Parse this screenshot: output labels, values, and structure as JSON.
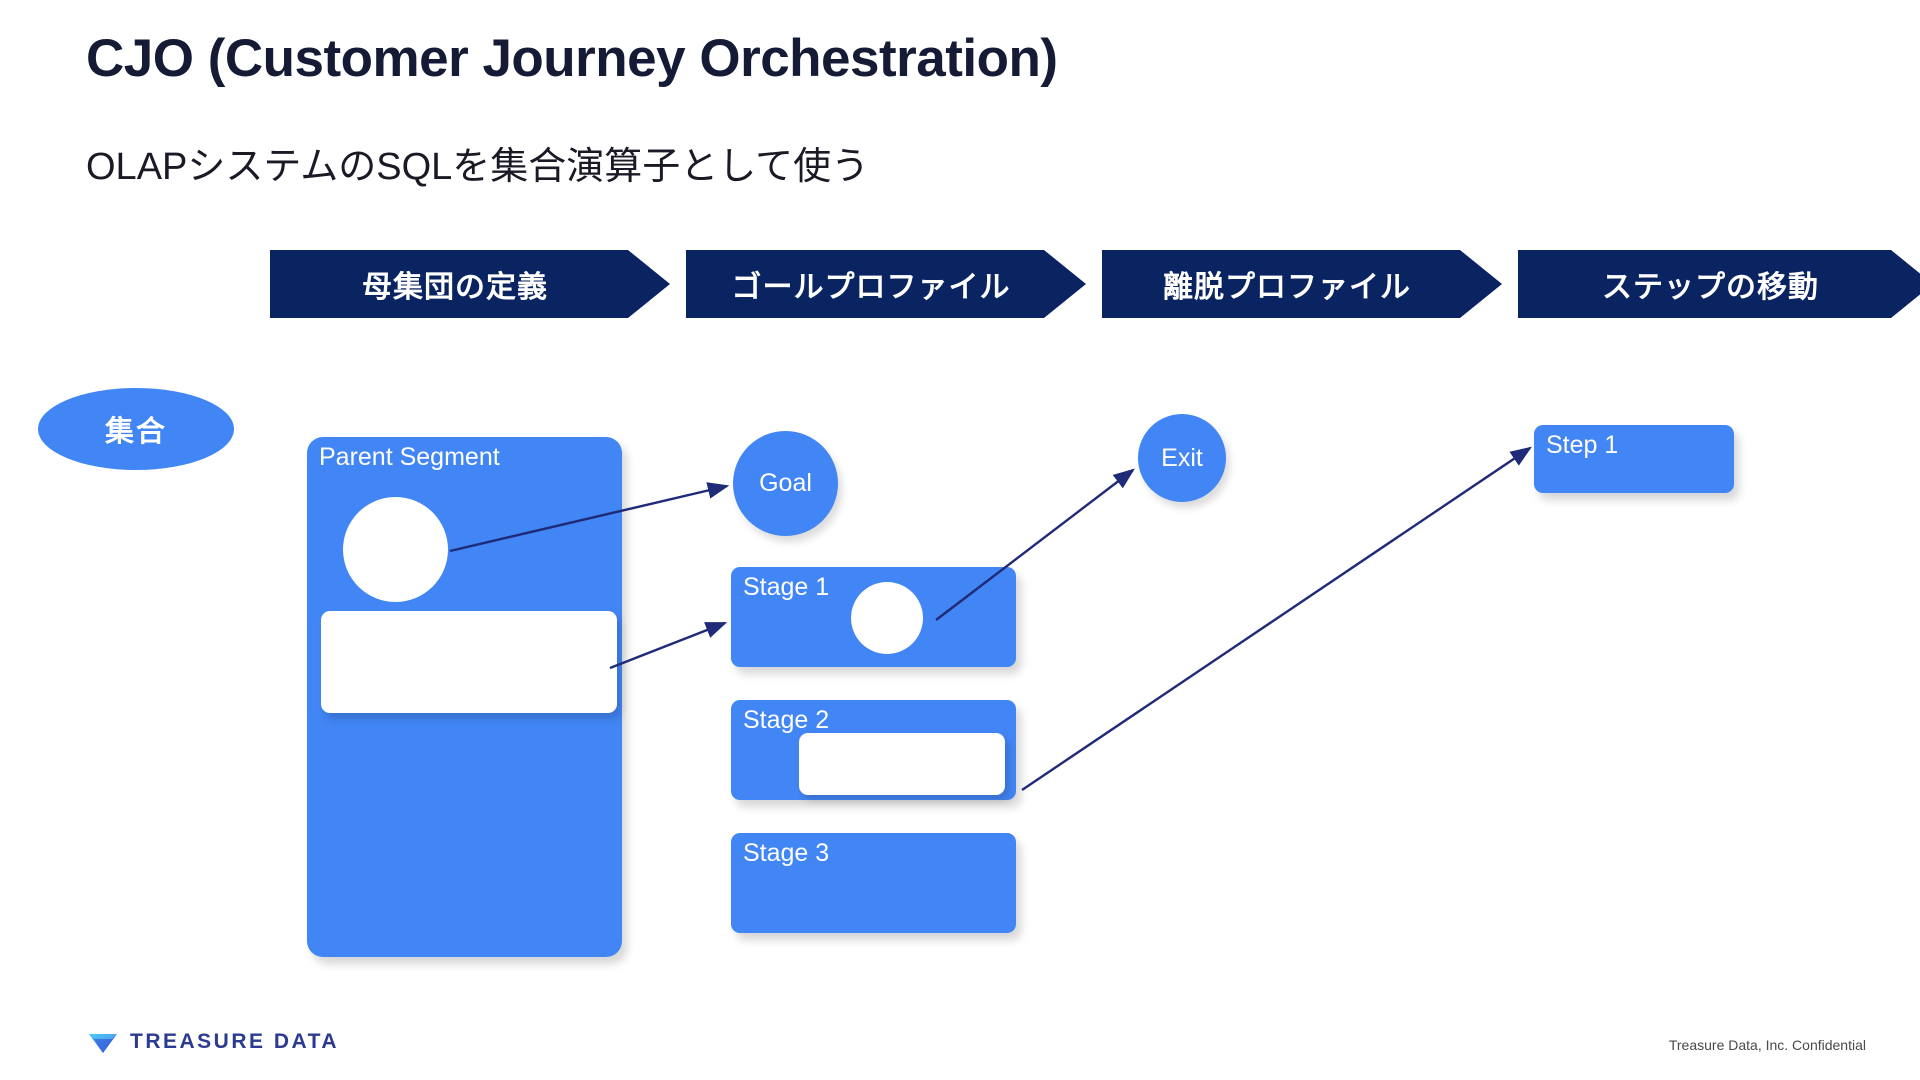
{
  "slide": {
    "title": "CJO (Customer Journey Orchestration)",
    "subtitle": "OLAPシステムのSQLを集合演算子として使う",
    "background_color": "#ffffff",
    "title_color": "#151a35"
  },
  "banners": {
    "color": "#0a2462",
    "text_color": "#ffffff",
    "items": [
      {
        "label": "母集団の定義"
      },
      {
        "label": "ゴールプロファイル"
      },
      {
        "label": "離脱プロファイル"
      },
      {
        "label": "ステップの移動"
      }
    ]
  },
  "badge": {
    "label": "集合",
    "color": "#4285f4",
    "text_color": "#ffffff"
  },
  "diagram": {
    "accent_color": "#4285f4",
    "connector_color": "#1f2a78",
    "nodes": {
      "parent_segment": {
        "label": "Parent Segment"
      },
      "goal": {
        "label": "Goal"
      },
      "exit": {
        "label": "Exit"
      },
      "stage1": {
        "label": "Stage 1"
      },
      "stage2": {
        "label": "Stage 2"
      },
      "stage3": {
        "label": "Stage 3"
      },
      "step1": {
        "label": "Step 1"
      }
    },
    "connections": [
      {
        "from": "parent_segment_circle",
        "to": "goal"
      },
      {
        "from": "parent_segment_rect",
        "to": "stage1"
      },
      {
        "from": "stage1_circle",
        "to": "exit"
      },
      {
        "from": "stage2_rect",
        "to": "step1"
      }
    ]
  },
  "footer": {
    "brand": "TREASURE DATA",
    "brand_color": "#2b3b8f",
    "confidential": "Treasure Data, Inc. Confidential"
  }
}
